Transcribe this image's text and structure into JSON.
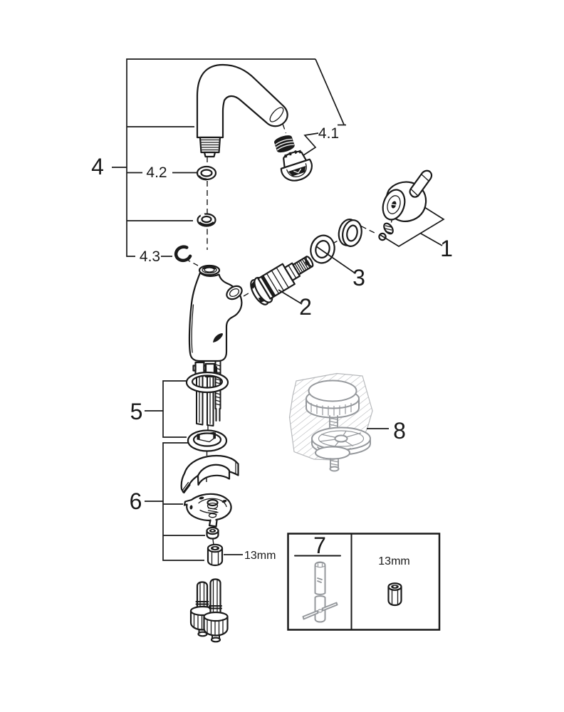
{
  "diagram": {
    "kind": "exploded-parts-diagram",
    "subject": "single-lever basin mixer faucet",
    "colors": {
      "line": "#1a1a1a",
      "gray_part": "#95989c",
      "hatch": "#b7b9bc",
      "background": "#ffffff"
    }
  },
  "labels": {
    "group_4": "4",
    "part_4_1": "4.1",
    "part_4_2": "4.2",
    "part_4_3": "4.3",
    "part_1": "1",
    "part_2": "2",
    "part_3": "3",
    "part_5": "5",
    "part_6": "6",
    "part_7": "7",
    "part_8": "8",
    "wrench_size": "13mm",
    "box_wrench_size": "13mm"
  }
}
